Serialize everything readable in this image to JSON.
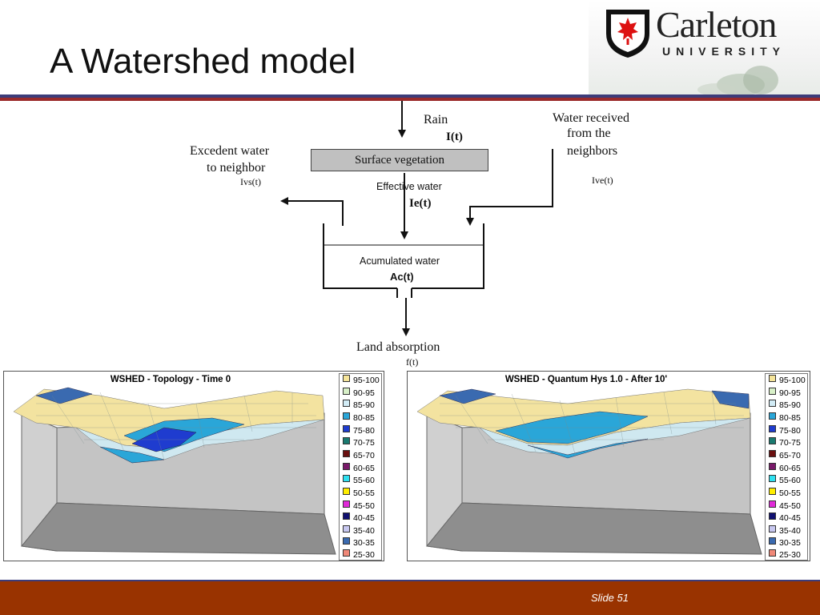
{
  "slide": {
    "title": "A Watershed model",
    "logo": {
      "name": "Carleton",
      "subtitle": "UNIVERSITY"
    },
    "footer": {
      "slide_label": "Slide 51",
      "color": "#993300"
    }
  },
  "diagram": {
    "rain_label": "Rain",
    "rain_var": "I(t)",
    "water_received_lines": [
      "Water received",
      "from the",
      "neighbors"
    ],
    "ive_var": "Ive(t)",
    "excedent_lines": [
      "Excedent water",
      "to neighbor"
    ],
    "ivs_var": "Ivs(t)",
    "surface_label": "Surface vegetation",
    "effective_label": "Effective water",
    "ie_var": "Ie(t)",
    "accum_label": "Acumulated water",
    "ac_var": "Ac(t)",
    "land_label": "Land absorption",
    "f_var": "f(t)"
  },
  "charts": [
    {
      "title": "WSHED - Topology - Time 0"
    },
    {
      "title": "WSHED - Quantum Hys 1.0 - After 10'"
    }
  ],
  "legend": [
    {
      "label": "95-100",
      "color": "#f6e59a"
    },
    {
      "label": "90-95",
      "color": "#d8f0c8"
    },
    {
      "label": "85-90",
      "color": "#d2ecf6"
    },
    {
      "label": "80-85",
      "color": "#2aa6d8"
    },
    {
      "label": "75-80",
      "color": "#1f3ccf"
    },
    {
      "label": "70-75",
      "color": "#1a7a70"
    },
    {
      "label": "65-70",
      "color": "#6a1010"
    },
    {
      "label": "60-65",
      "color": "#7a1a6a"
    },
    {
      "label": "55-60",
      "color": "#2fe0f0"
    },
    {
      "label": "50-55",
      "color": "#ffee00"
    },
    {
      "label": "45-50",
      "color": "#e02ad8"
    },
    {
      "label": "40-45",
      "color": "#101070"
    },
    {
      "label": "35-40",
      "color": "#c8c8f0"
    },
    {
      "label": "30-35",
      "color": "#3a6ab0"
    },
    {
      "label": "25-30",
      "color": "#f08878"
    }
  ]
}
